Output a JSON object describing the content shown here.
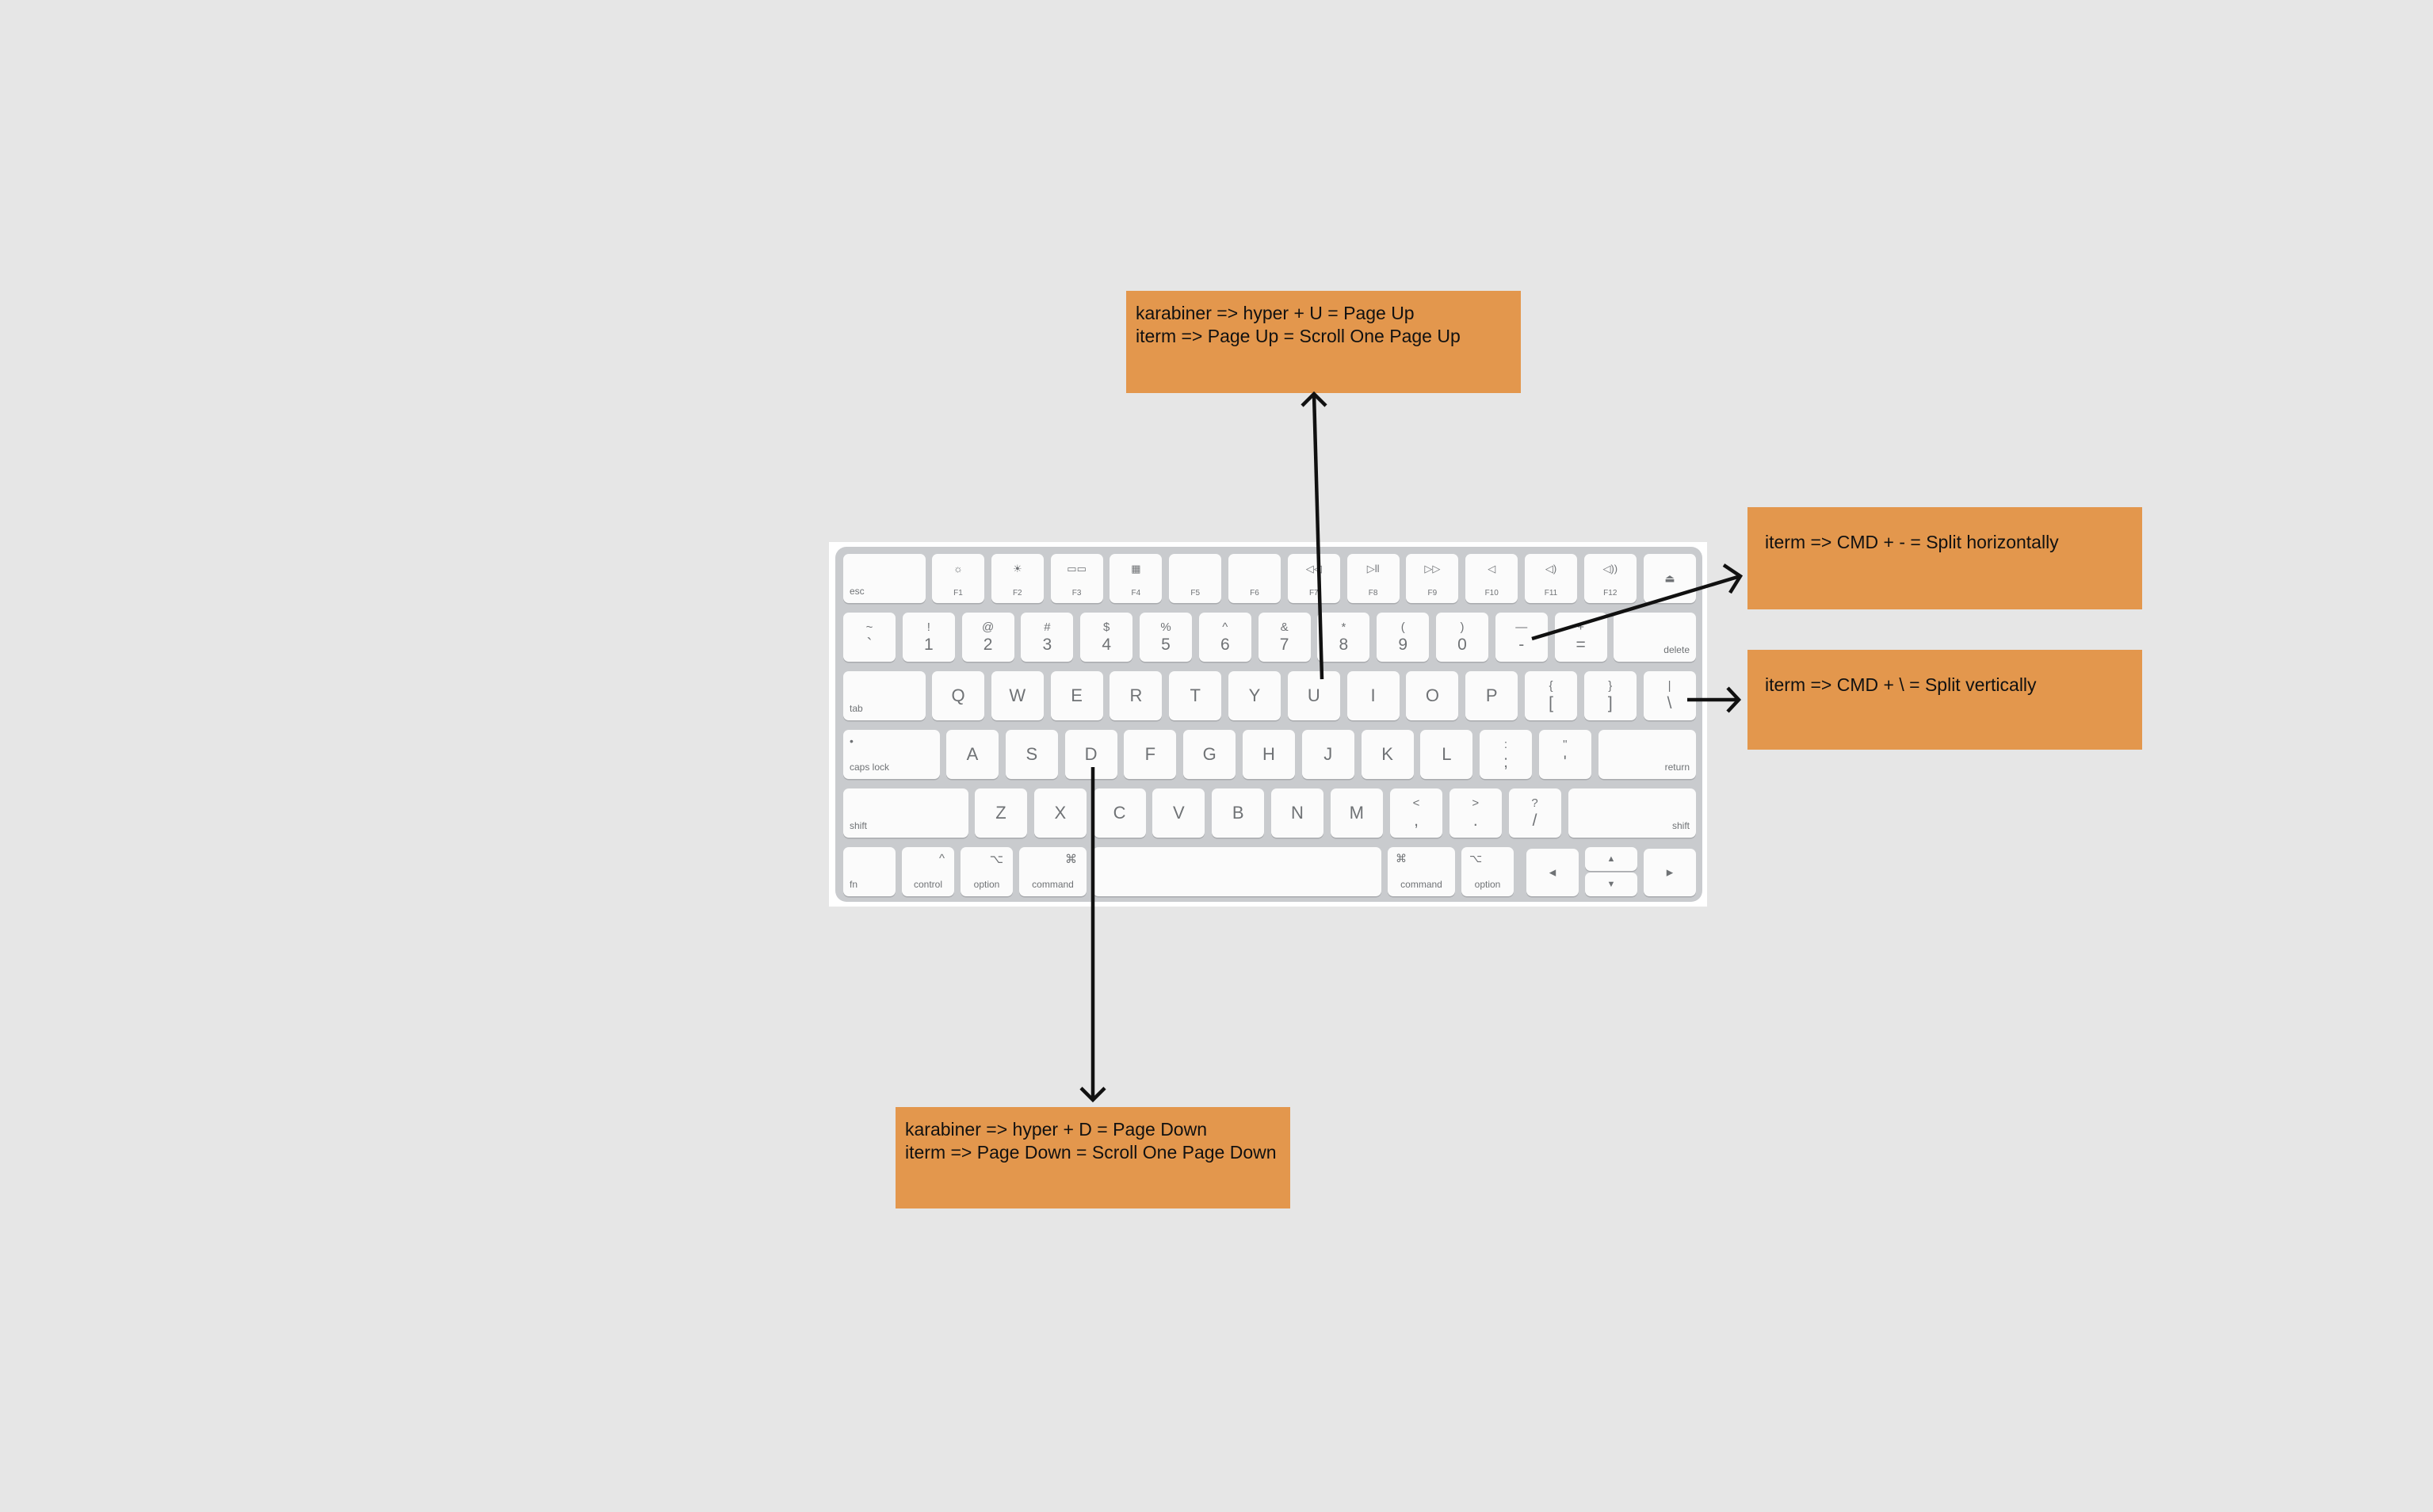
{
  "notes": {
    "page_up": {
      "line1": "karabiner => hyper + U = Page Up",
      "line2": "iterm => Page Up = Scroll One Page Up",
      "color": "#e3974d"
    },
    "split_horizontal": {
      "text": "iterm => CMD + - = Split horizontally",
      "color": "#e3974d"
    },
    "split_vertical": {
      "text": "iterm => CMD + \\ = Split vertically",
      "color": "#e3974d"
    },
    "page_down": {
      "line1": "karabiner => hyper + D = Page Down",
      "line2": "iterm => Page Down = Scroll One Page Down",
      "color": "#e3974d"
    }
  },
  "arrow_color": "#111111",
  "keyboard": {
    "esc": "esc",
    "fkeys": [
      {
        "num": "F1",
        "icon": "☼"
      },
      {
        "num": "F2",
        "icon": "☀"
      },
      {
        "num": "F3",
        "icon": "▭▭"
      },
      {
        "num": "F4",
        "icon": "▦"
      },
      {
        "num": "F5",
        "icon": ""
      },
      {
        "num": "F6",
        "icon": ""
      },
      {
        "num": "F7",
        "icon": "◁◁"
      },
      {
        "num": "F8",
        "icon": "▷ll"
      },
      {
        "num": "F9",
        "icon": "▷▷"
      },
      {
        "num": "F10",
        "icon": "◁"
      },
      {
        "num": "F11",
        "icon": "◁)"
      },
      {
        "num": "F12",
        "icon": "◁))"
      }
    ],
    "eject": "⏏",
    "number_row": [
      {
        "top": "~",
        "bottom": "`"
      },
      {
        "top": "!",
        "bottom": "1"
      },
      {
        "top": "@",
        "bottom": "2"
      },
      {
        "top": "#",
        "bottom": "3"
      },
      {
        "top": "$",
        "bottom": "4"
      },
      {
        "top": "%",
        "bottom": "5"
      },
      {
        "top": "^",
        "bottom": "6"
      },
      {
        "top": "&",
        "bottom": "7"
      },
      {
        "top": "*",
        "bottom": "8"
      },
      {
        "top": "(",
        "bottom": "9"
      },
      {
        "top": ")",
        "bottom": "0"
      },
      {
        "top": "—",
        "bottom": "-"
      },
      {
        "top": "+",
        "bottom": "="
      }
    ],
    "delete": "delete",
    "tab": "tab",
    "qwerty_row": [
      "Q",
      "W",
      "E",
      "R",
      "T",
      "Y",
      "U",
      "I",
      "O",
      "P"
    ],
    "brackets": [
      {
        "top": "{",
        "bottom": "["
      },
      {
        "top": "}",
        "bottom": "]"
      },
      {
        "top": "|",
        "bottom": "\\"
      }
    ],
    "caps_lock": "caps lock",
    "caps_dot": "•",
    "home_row": [
      "A",
      "S",
      "D",
      "F",
      "G",
      "H",
      "J",
      "K",
      "L"
    ],
    "home_punct": [
      {
        "top": ":",
        "bottom": ";"
      },
      {
        "top": "\"",
        "bottom": "'"
      }
    ],
    "return": "return",
    "shift_left": "shift",
    "bottom_row": [
      "Z",
      "X",
      "C",
      "V",
      "B",
      "N",
      "M"
    ],
    "bottom_punct": [
      {
        "top": "<",
        "bottom": ","
      },
      {
        "top": ">",
        "bottom": "."
      },
      {
        "top": "?",
        "bottom": "/"
      }
    ],
    "shift_right": "shift",
    "fn": "fn",
    "control": {
      "label": "control",
      "symbol": "^"
    },
    "option_left": {
      "label": "option",
      "symbol": "⌥"
    },
    "command_left": {
      "label": "command",
      "symbol": "⌘"
    },
    "command_right": {
      "label": "command",
      "symbol": "⌘"
    },
    "option_right": {
      "label": "option",
      "symbol": "⌥"
    },
    "arrows": {
      "left": "◀",
      "up": "▲",
      "down": "▼",
      "right": "▶"
    }
  }
}
